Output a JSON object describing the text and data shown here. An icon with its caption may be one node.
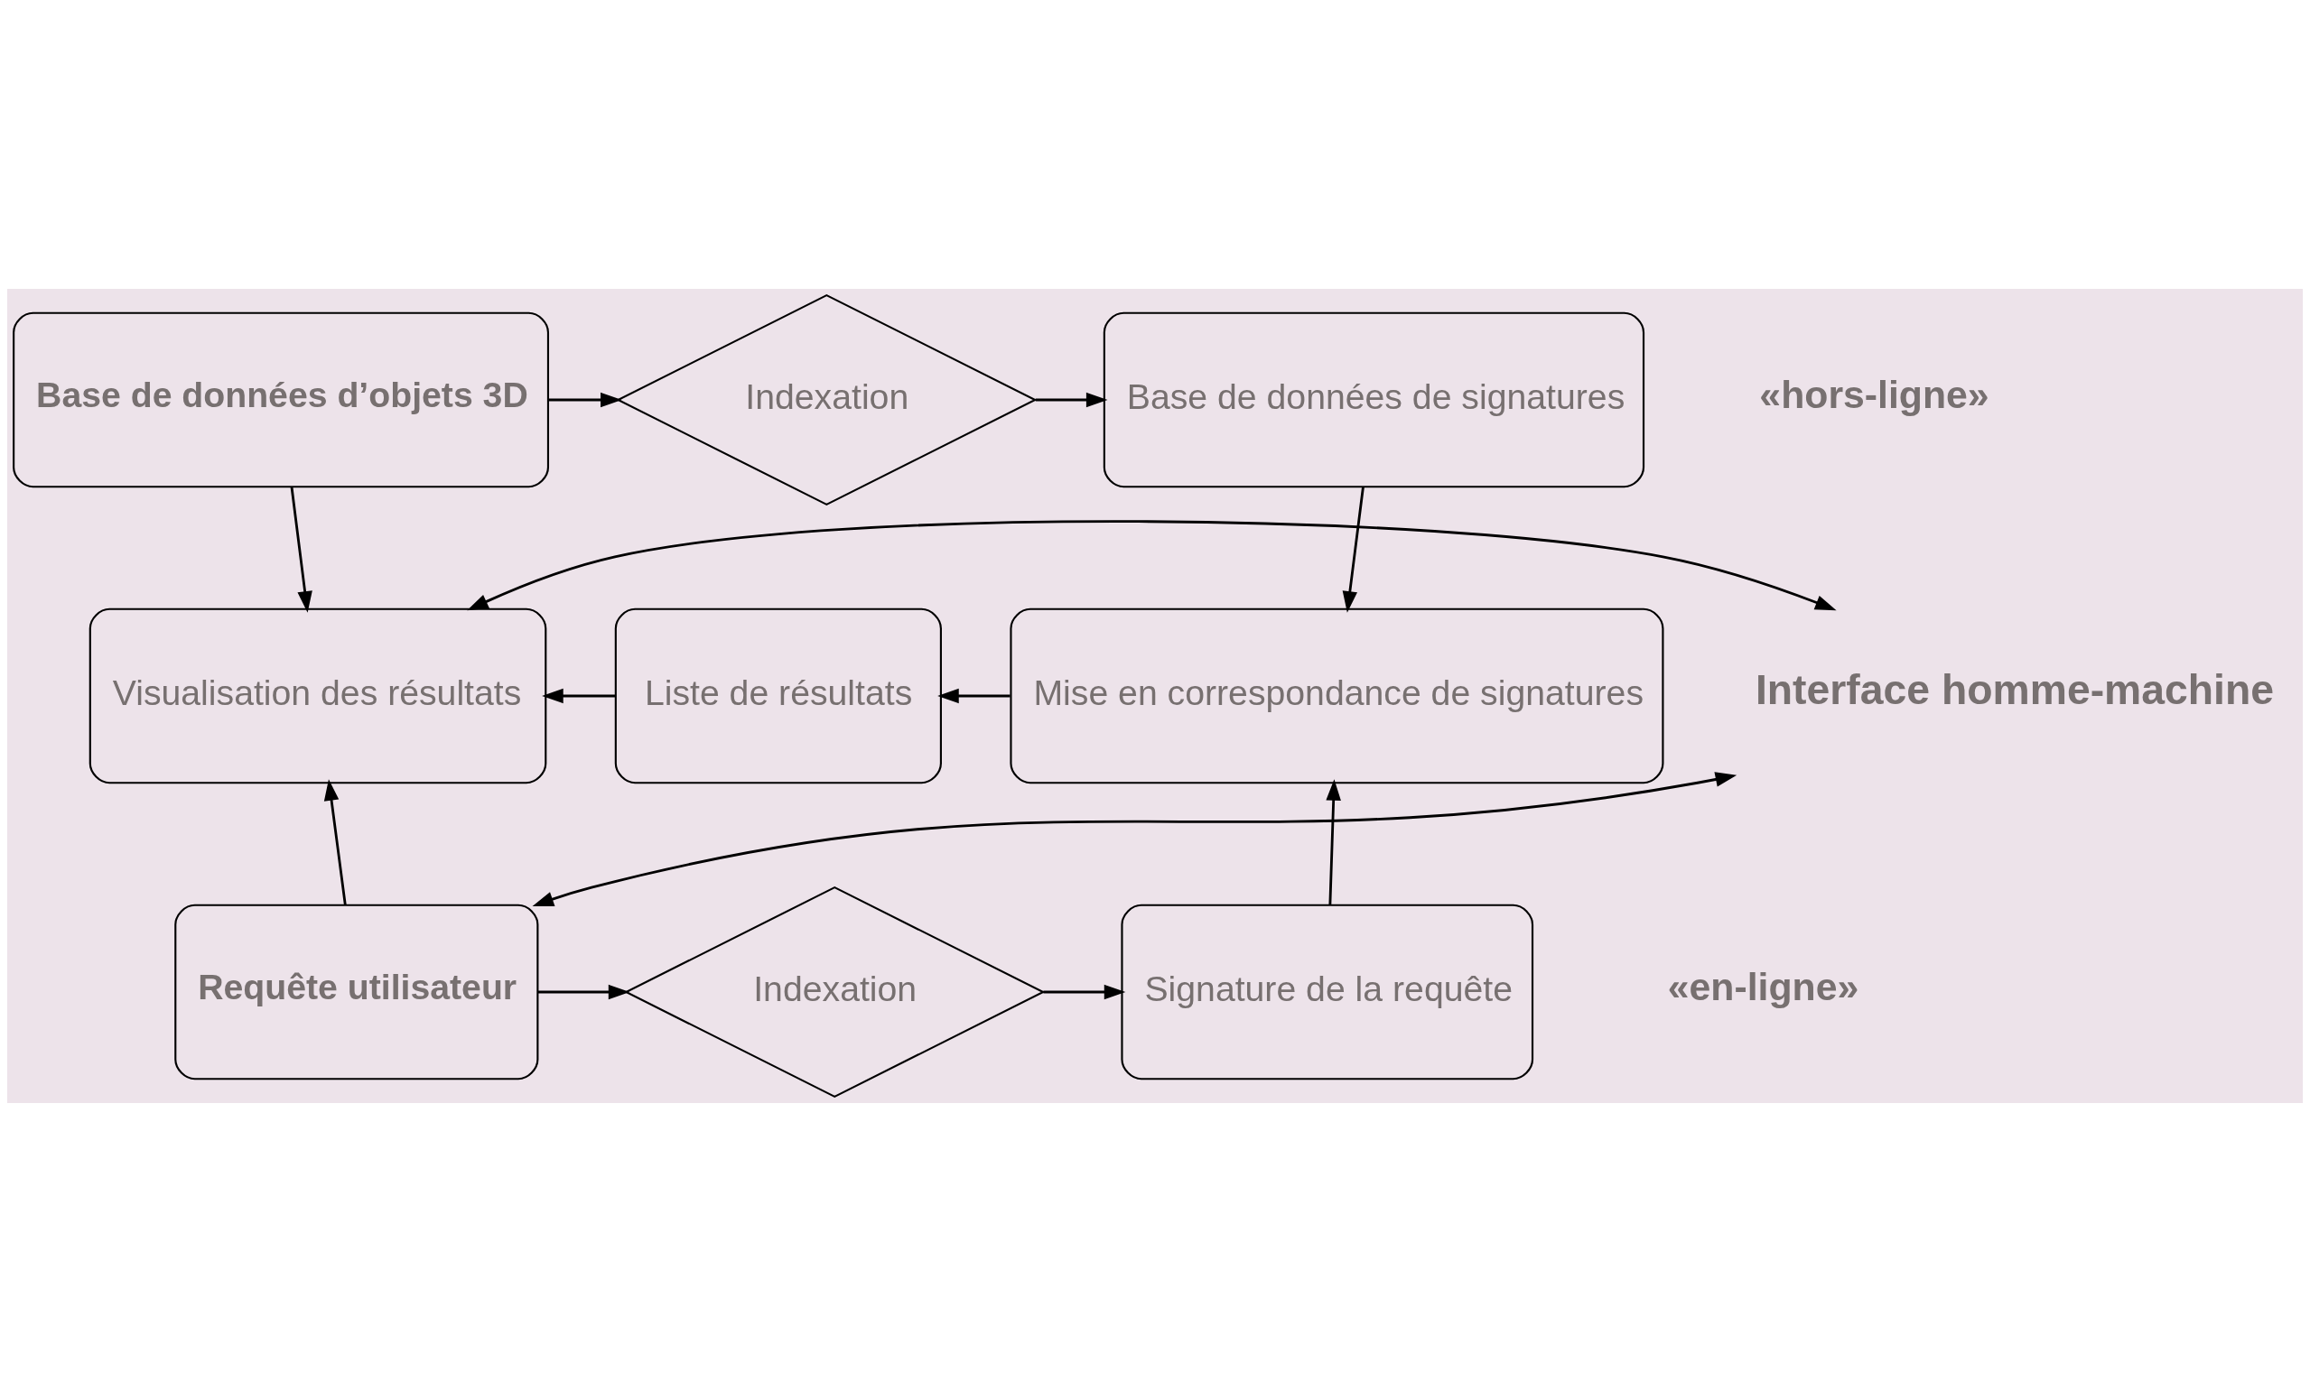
{
  "diagram": {
    "nodes": [
      {
        "text": [
          "Base de données d’objets 3D"
        ]
      },
      {
        "text": [
          "Indexation"
        ]
      },
      {
        "text": [
          "Base de données de signatures"
        ]
      },
      {
        "text": [
          "Visualisation des résultats"
        ]
      },
      {
        "text": [
          "Liste de résultats"
        ]
      },
      {
        "text": [
          "Mise en correspondance de signatures"
        ]
      },
      {
        "text": [
          "Requête utilisateur"
        ]
      },
      {
        "text": [
          "Indexation"
        ]
      },
      {
        "text": [
          "Signature de la requête"
        ]
      },
      {
        "text": [
          "Interface homme-machine"
        ]
      }
    ],
    "edges": [
      {
        "from": 0,
        "to": 1,
        "arrow": "to"
      },
      {
        "from": 1,
        "to": 2,
        "arrow": "to"
      },
      {
        "from": 0,
        "to": 3,
        "arrow": "to"
      },
      {
        "from": 2,
        "to": 5,
        "arrow": "to"
      },
      {
        "from": 5,
        "to": 4,
        "arrow": "to"
      },
      {
        "from": 4,
        "to": 3,
        "arrow": "to"
      },
      {
        "from": 9,
        "to": 3,
        "arrow": "both"
      },
      {
        "from": 6,
        "to": 3,
        "arrow": "to"
      },
      {
        "from": 6,
        "to": 7,
        "arrow": "to"
      },
      {
        "from": 7,
        "to": 8,
        "arrow": "to"
      },
      {
        "from": 8,
        "to": 5,
        "arrow": "to"
      },
      {
        "from": 9,
        "to": 6,
        "arrow": "both"
      }
    ],
    "labels": [
      "«hors-ligne»",
      "«en-ligne»"
    ]
  }
}
